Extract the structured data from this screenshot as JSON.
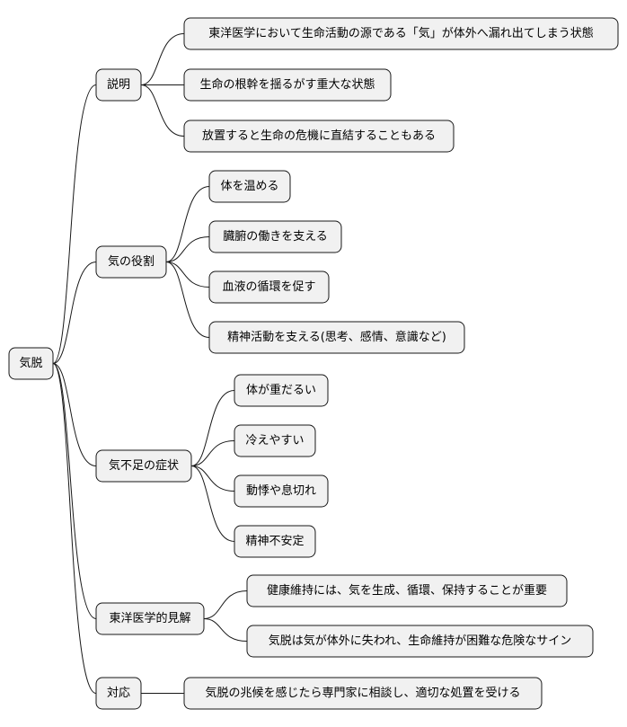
{
  "root": {
    "label": "気脱"
  },
  "branches": [
    {
      "label": "説明",
      "children": [
        {
          "label": "東洋医学において生命活動の源である「気」が体外へ漏れ出てしまう状態"
        },
        {
          "label": "生命の根幹を揺るがす重大な状態"
        },
        {
          "label": "放置すると生命の危機に直結することもある"
        }
      ]
    },
    {
      "label": "気の役割",
      "children": [
        {
          "label": "体を温める"
        },
        {
          "label": "臓腑の働きを支える"
        },
        {
          "label": "血液の循環を促す"
        },
        {
          "label": "精神活動を支える(思考、感情、意識など)"
        }
      ]
    },
    {
      "label": "気不足の症状",
      "children": [
        {
          "label": "体が重だるい"
        },
        {
          "label": "冷えやすい"
        },
        {
          "label": "動悸や息切れ"
        },
        {
          "label": "精神不安定"
        }
      ]
    },
    {
      "label": "東洋医学的見解",
      "children": [
        {
          "label": "健康維持には、気を生成、循環、保持することが重要"
        },
        {
          "label": "気脱は気が体外に失われ、生命維持が困難な危険なサイン"
        }
      ]
    },
    {
      "label": "対応",
      "children": [
        {
          "label": "気脱の兆候を感じたら専門家に相談し、適切な処置を受ける"
        }
      ]
    }
  ]
}
